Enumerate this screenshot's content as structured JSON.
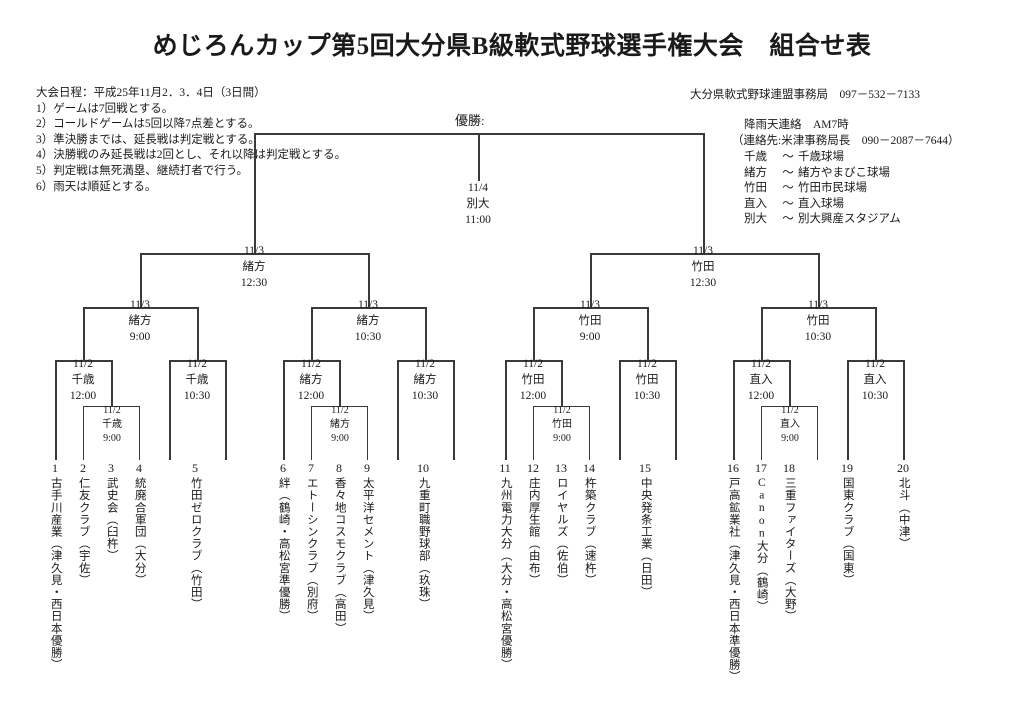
{
  "title": "めじろんカップ第5回大分県B級軟式野球選手権大会　組合せ表",
  "rules": {
    "schedule": "大会日程：平成25年11月2．3．4日（3日間）",
    "items": [
      "1）ゲームは7回戦とする。",
      "2）コールドゲームは5回以降7点差とする。",
      "3）準決勝までは、延長戦は判定戦とする。",
      "4）決勝戦のみ延長戦は2回とし、それ以降は判定戦とする。",
      "5）判定戦は無死満塁、継続打者で行う。",
      "6）雨天は順延とする。"
    ]
  },
  "contact": {
    "office": "大分県軟式野球連盟事務局　097－532－7133",
    "rain_line": "降雨天連絡　AM7時",
    "contact_line": "（連絡先:米津事務局長　090－2087－7644）",
    "venues": [
      {
        "key": "千歳",
        "name": "千歳球場"
      },
      {
        "key": "緒方",
        "name": "緒方やまびこ球場"
      },
      {
        "key": "竹田",
        "name": "竹田市民球場"
      },
      {
        "key": "直入",
        "name": "直入球場"
      },
      {
        "key": "別大",
        "name": "別大興産スタジアム"
      }
    ]
  },
  "champion_label": "優勝:",
  "final": {
    "date": "11/4",
    "venue": "別大",
    "time": "11:00"
  },
  "semifinals": [
    {
      "date": "11/3",
      "venue": "緒方",
      "time": "12:30"
    },
    {
      "date": "11/3",
      "venue": "竹田",
      "time": "12:30"
    }
  ],
  "quarterfinals": [
    {
      "date": "11/3",
      "venue": "緒方",
      "time": "9:00"
    },
    {
      "date": "11/3",
      "venue": "緒方",
      "time": "10:30"
    },
    {
      "date": "11/3",
      "venue": "竹田",
      "time": "9:00"
    },
    {
      "date": "11/3",
      "venue": "竹田",
      "time": "10:30"
    }
  ],
  "first_round": [
    {
      "date": "11/2",
      "venue": "千歳",
      "time": "12:00"
    },
    {
      "date": "11/2",
      "venue": "千歳",
      "time": "9:00"
    },
    {
      "date": "11/2",
      "venue": "千歳",
      "time": "10:30"
    },
    {
      "date": "11/2",
      "venue": "緒方",
      "time": "12:00"
    },
    {
      "date": "11/2",
      "venue": "緒方",
      "time": "9:00"
    },
    {
      "date": "11/2",
      "venue": "緒方",
      "time": "10:30"
    },
    {
      "date": "11/2",
      "venue": "竹田",
      "time": "12:00"
    },
    {
      "date": "11/2",
      "venue": "竹田",
      "time": "9:00"
    },
    {
      "date": "11/2",
      "venue": "竹田",
      "time": "10:30"
    },
    {
      "date": "11/2",
      "venue": "直入",
      "time": "12:00"
    },
    {
      "date": "11/2",
      "venue": "直入",
      "time": "9:00"
    },
    {
      "date": "11/2",
      "venue": "直入",
      "time": "10:30"
    }
  ],
  "teams": [
    {
      "num": "1",
      "name": "古手川産業（津久見・西日本優勝）"
    },
    {
      "num": "2",
      "name": "仁友クラブ（宇佐）"
    },
    {
      "num": "3",
      "name": "武史会（臼杵）"
    },
    {
      "num": "4",
      "name": "統廃合軍団（大分）"
    },
    {
      "num": "5",
      "name": "竹田ゼロクラブ（竹田）"
    },
    {
      "num": "6",
      "name": "絆（鶴崎・高松宮準優勝）"
    },
    {
      "num": "7",
      "name": "エトーシンクラブ（別府）"
    },
    {
      "num": "8",
      "name": "香々地コスモクラブ（高田）"
    },
    {
      "num": "9",
      "name": "太平洋セメント（津久見）"
    },
    {
      "num": "10",
      "name": "九重町職野球部（玖珠）"
    },
    {
      "num": "11",
      "name": "九州電力大分（大分・高松宮優勝）"
    },
    {
      "num": "12",
      "name": "庄内厚生館（由布）"
    },
    {
      "num": "13",
      "name": "ロイヤルズ（佐伯）"
    },
    {
      "num": "14",
      "name": "杵築クラブ（速杵）"
    },
    {
      "num": "15",
      "name": "中央発条工業（日田）"
    },
    {
      "num": "16",
      "name": "戸高鉱業社（津久見・西日本準優勝）"
    },
    {
      "num": "17",
      "name": "Canon大分（鶴崎）"
    },
    {
      "num": "18",
      "name": "三重ファイターズ（大野）"
    },
    {
      "num": "19",
      "name": "国東クラブ（国東）"
    },
    {
      "num": "20",
      "name": "北斗（中津）"
    }
  ],
  "colors": {
    "ink": "#1a1a1a",
    "line": "#3a3a3a",
    "background": "#ffffff"
  }
}
